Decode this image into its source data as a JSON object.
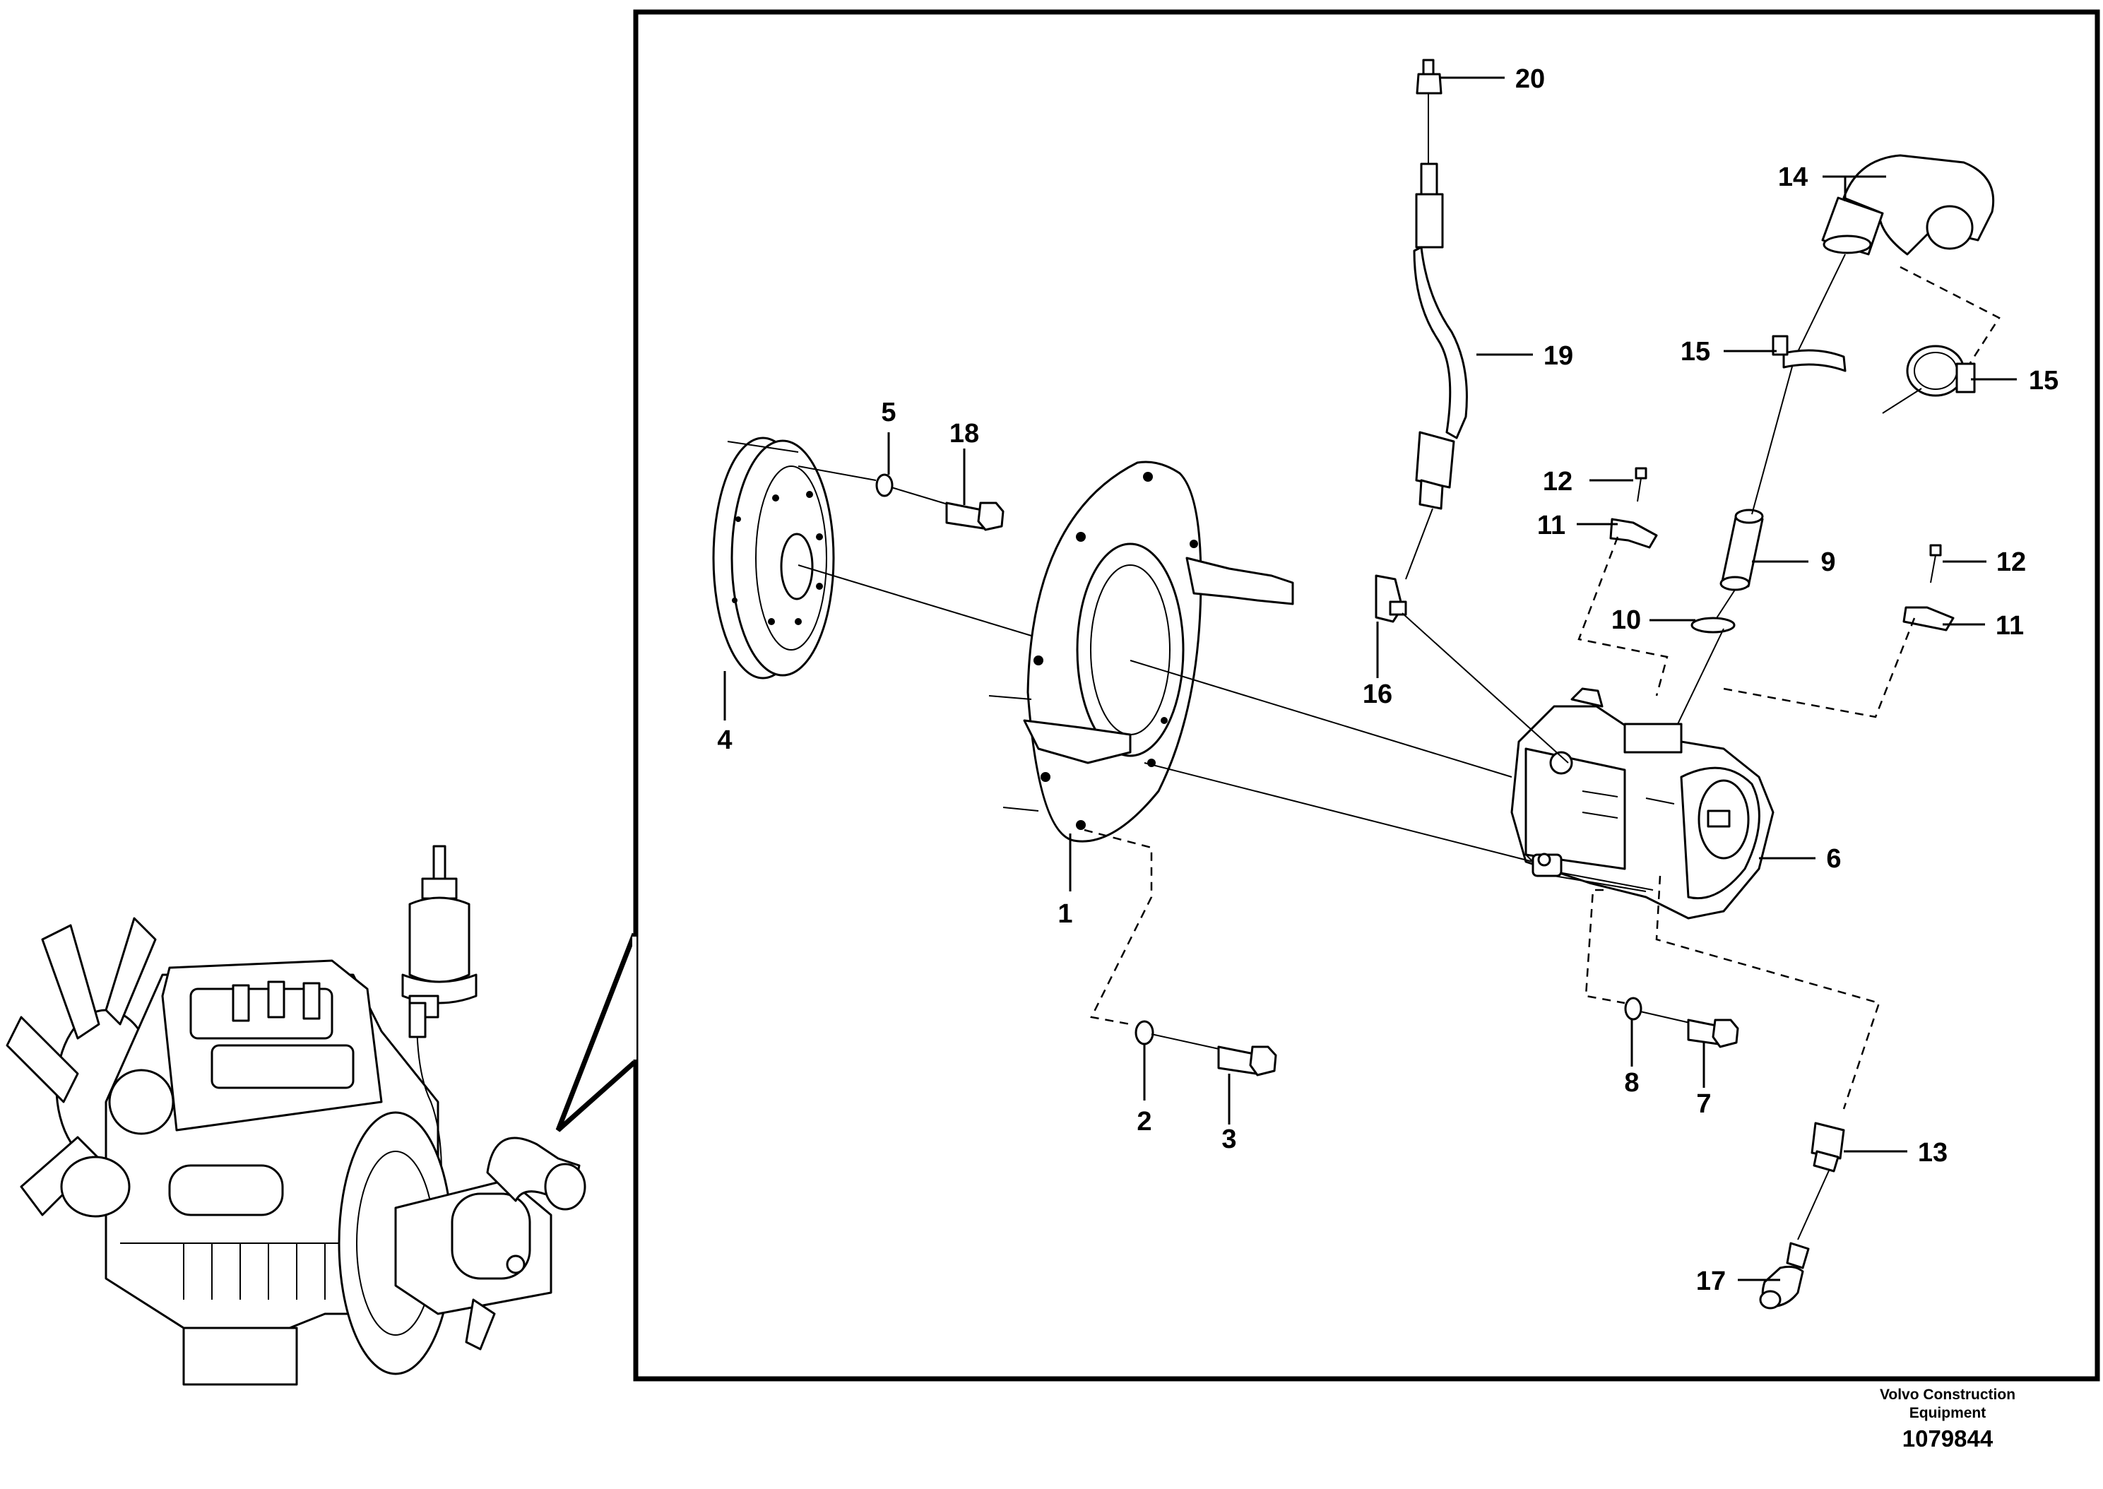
{
  "callouts": {
    "c1": "1",
    "c2": "2",
    "c3": "3",
    "c4": "4",
    "c5": "5",
    "c6": "6",
    "c7": "7",
    "c8": "8",
    "c9": "9",
    "c10": "10",
    "c11a": "11",
    "c11b": "11",
    "c12a": "12",
    "c12b": "12",
    "c13": "13",
    "c14": "14",
    "c15a": "15",
    "c15b": "15",
    "c16": "16",
    "c17": "17",
    "c18": "18",
    "c19": "19",
    "c20": "20"
  },
  "footer": {
    "company_line1": "Volvo Construction",
    "company_line2": "Equipment",
    "doc_number": "1079844"
  }
}
